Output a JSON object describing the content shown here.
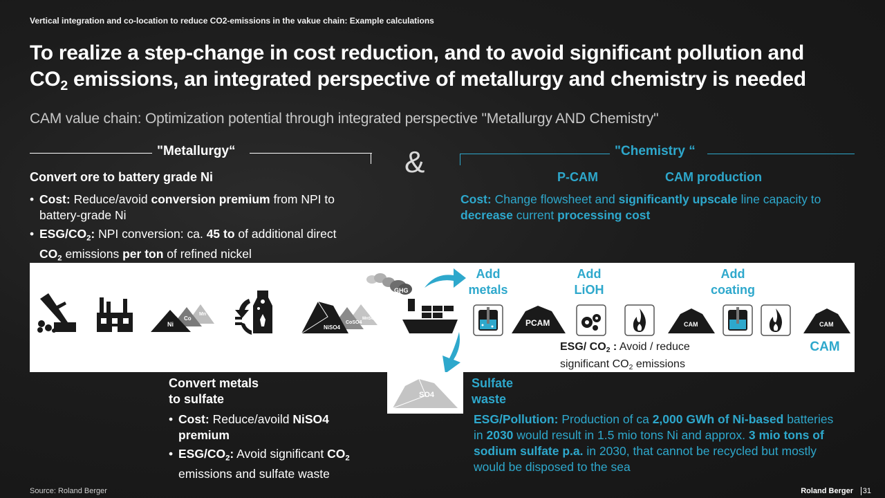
{
  "header": {
    "top_label": "Vertical integration and co-location to reduce CO2-emissions in the vakue chain: Example calculations",
    "title_line1": "To realize a step-change in cost reduction, and to avoid significant pollution and",
    "title_line2_a": "CO",
    "title_line2_sub": "2",
    "title_line2_b": " emissions, an integrated perspective of metallurgy and chemistry is needed",
    "subtitle": "CAM value chain: Optimization potential through integrated perspective \"Metallurgy AND Chemistry\""
  },
  "metallurgy": {
    "heading": "\"Metallurgy“",
    "sub_heading": "Convert ore to battery grade Ni",
    "b1_label": "Cost:",
    "b1_t1": " Reduce/avoid ",
    "b1_bold": "conversion premium",
    "b1_t2": " from NPI to battery-grade Ni",
    "b2_label": "ESG/CO",
    "b2_sub": "2",
    "b2_colon": ":",
    "b2_t1": " NPI conversion: ca. ",
    "b2_bold": "45 to",
    "b2_t2": " of additional direct",
    "b2_co": "CO",
    "b2_co_sub": "2",
    "b2_t3": " emissions ",
    "b2_bold2": "per ton",
    "b2_t4": " of refined nickel"
  },
  "ampersand": "&",
  "chemistry": {
    "heading": "\"Chemistry “",
    "pcam": "P-CAM",
    "cam_production": "CAM production",
    "cost_label": "Cost:",
    "cost_t1": " Change flowsheet and ",
    "cost_bold1": "significantly upscale",
    "cost_t2": " line capacity to",
    "cost_bold2": "decrease",
    "cost_t3": " current ",
    "cost_bold3": "processing cost"
  },
  "process_band": {
    "add_metals": [
      "Add",
      "metals"
    ],
    "add_lioh": [
      "Add",
      "LiOH"
    ],
    "add_coating": [
      "Add",
      "coating"
    ],
    "esg_label": "ESG/ CO",
    "esg_sub": "2",
    "esg_colon": " :",
    "esg_t1": " Avoid / reduce",
    "esg_t2": "significant CO",
    "esg_t2_sub": "2",
    "esg_t3": " emissions",
    "cam_label": "CAM",
    "icon_texts": {
      "ni": "Ni",
      "co": "Co",
      "mn": "Mn",
      "niso": "NiSO4",
      "coso": "CoSO4",
      "mnso": "MnSO4",
      "ghg": "GHG",
      "pcam": "PCAM",
      "cam": "CAM",
      "so4": "SO4"
    }
  },
  "sulfate": {
    "heading_line1": "Convert metals",
    "heading_line2": "to sulfate",
    "b1_label": "Cost:",
    "b1_t1": " Reduce/avoild ",
    "b1_bold": "NiSO4",
    "b1_bold2": "premium",
    "b2_label": "ESG/CO",
    "b2_sub": "2",
    "b2_colon": ":",
    "b2_t1": " Avoid significant ",
    "b2_bold": "CO",
    "b2_bold_sub": "2",
    "b2_t2": "emissions and sulfate waste"
  },
  "waste": {
    "label_line1": "Sulfate",
    "label_line2": "waste",
    "esg_label": "ESG/Pollution:",
    "t1": " Production of ca ",
    "bold1": "2,000 GWh of Ni-based",
    "t2": " batteries",
    "t3": "in ",
    "bold2": "2030",
    "t4": " would result in 1.5 mio tons Ni and approx. ",
    "bold3": "3 mio tons of",
    "bold4": "sodium sulfate p.a.",
    "t5": " in 2030, that cannot be recycled but mostly",
    "t6": "would be disposed to the sea"
  },
  "footer": {
    "source": "Source: Roland Berger",
    "brand": "Roland Berger",
    "page": "31"
  },
  "colors": {
    "accent": "#2ea8cc",
    "background": "#1c1c1c",
    "band": "#ffffff"
  }
}
